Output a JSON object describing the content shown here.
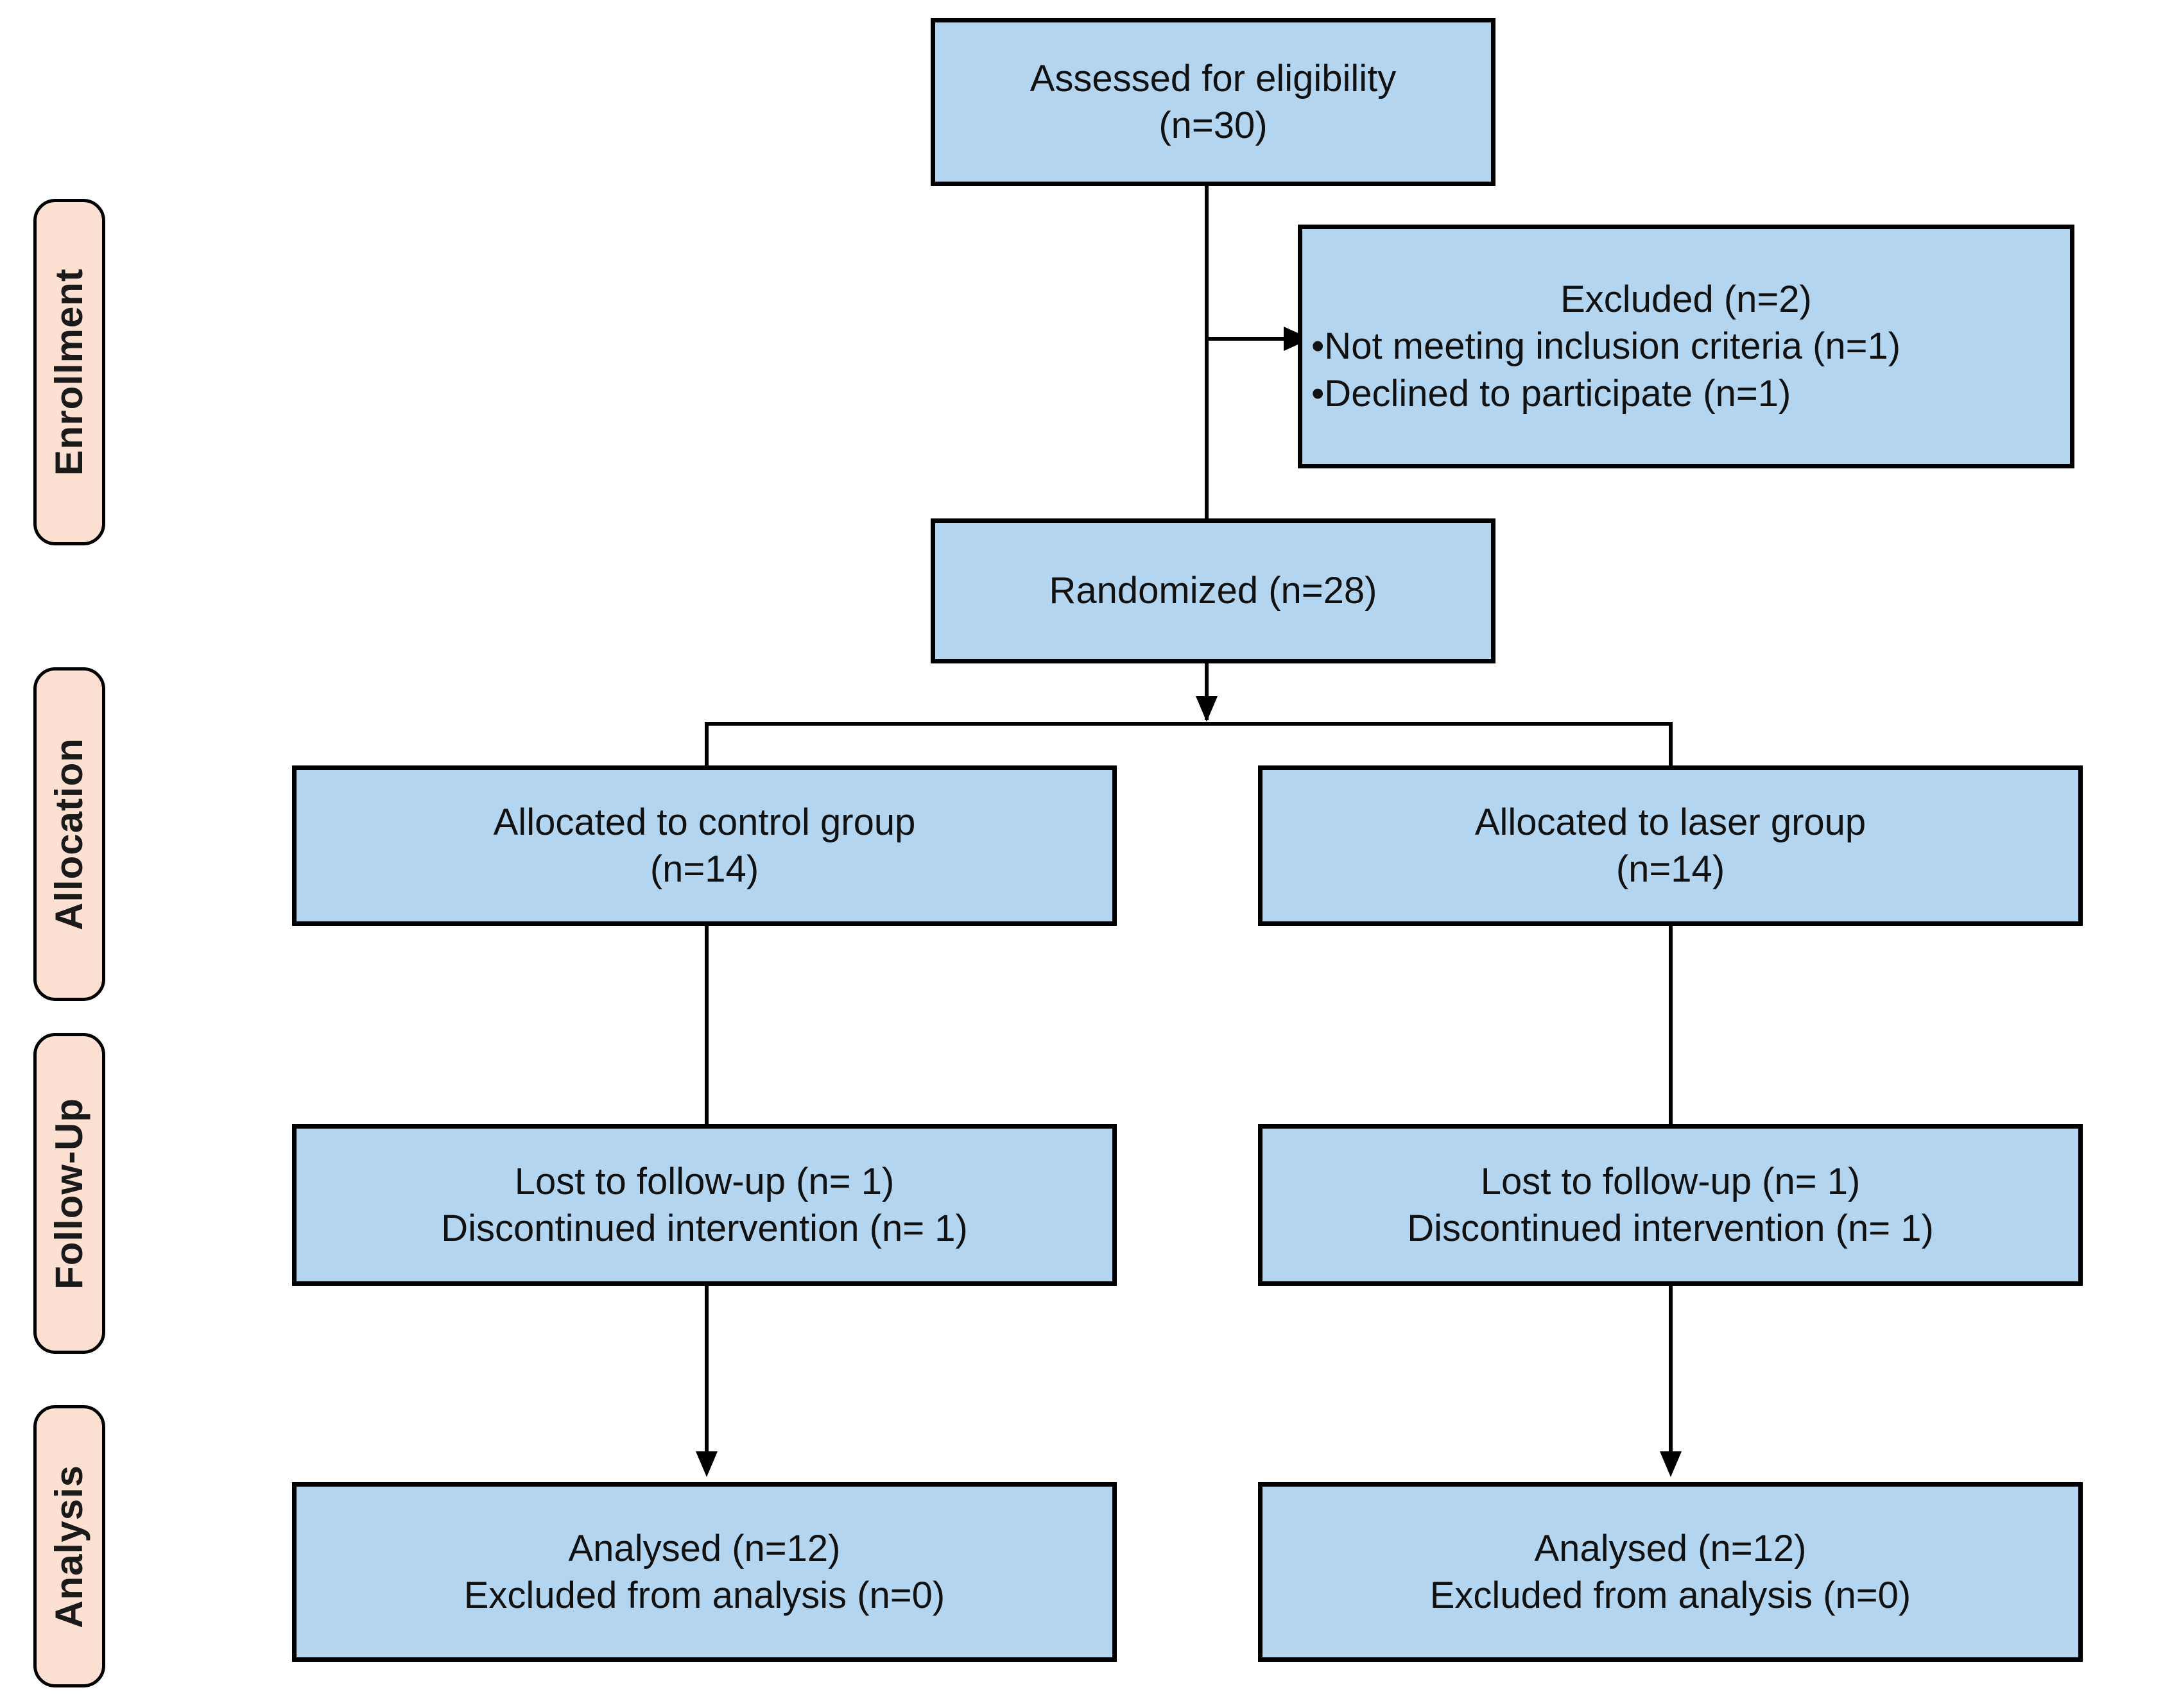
{
  "diagram": {
    "type": "consort-flow-diagram",
    "colors": {
      "box_fill": "#b3d5ef",
      "box_border": "#000000",
      "phase_label_fill": "#fce1d2",
      "connector": "#000000",
      "background": "#ffffff"
    }
  },
  "phases": [
    {
      "id": "enrollment",
      "label": "Enrollment"
    },
    {
      "id": "allocation",
      "label": "Allocation"
    },
    {
      "id": "follow-up",
      "label": "Follow-Up"
    },
    {
      "id": "analysis",
      "label": "Analysis"
    }
  ],
  "nodes": {
    "assessed": {
      "lines": [
        "Assessed for eligibility",
        "(n=30)"
      ]
    },
    "excluded": {
      "lines": [
        "Excluded (n=2)",
        "•Not meeting inclusion criteria (n=1)",
        "•Declined to participate (n=1)"
      ]
    },
    "randomized": {
      "lines": [
        "Randomized (n=28)"
      ]
    },
    "alloc_control": {
      "lines": [
        "Allocated to control group",
        "(n=14)"
      ]
    },
    "alloc_laser": {
      "lines": [
        "Allocated to laser group",
        "(n=14)"
      ]
    },
    "followup_control": {
      "lines": [
        "Lost to follow-up (n= 1)",
        "Discontinued intervention (n= 1)"
      ]
    },
    "followup_laser": {
      "lines": [
        "Lost to follow-up (n= 1)",
        "Discontinued intervention (n= 1)"
      ]
    },
    "analysis_control": {
      "lines": [
        "Analysed (n=12)",
        "Excluded from analysis (n=0)"
      ]
    },
    "analysis_laser": {
      "lines": [
        "Analysed (n=12)",
        "Excluded from analysis (n=0)"
      ]
    }
  },
  "counts": {
    "assessed_for_eligibility": 30,
    "excluded_total": 2,
    "not_meeting_inclusion_criteria": 1,
    "declined_to_participate": 1,
    "randomized": 28,
    "allocated_control": 14,
    "allocated_laser": 14,
    "lost_to_followup_control": 1,
    "discontinued_control": 1,
    "lost_to_followup_laser": 1,
    "discontinued_laser": 1,
    "analysed_control": 12,
    "excluded_from_analysis_control": 0,
    "analysed_laser": 12,
    "excluded_from_analysis_laser": 0
  }
}
